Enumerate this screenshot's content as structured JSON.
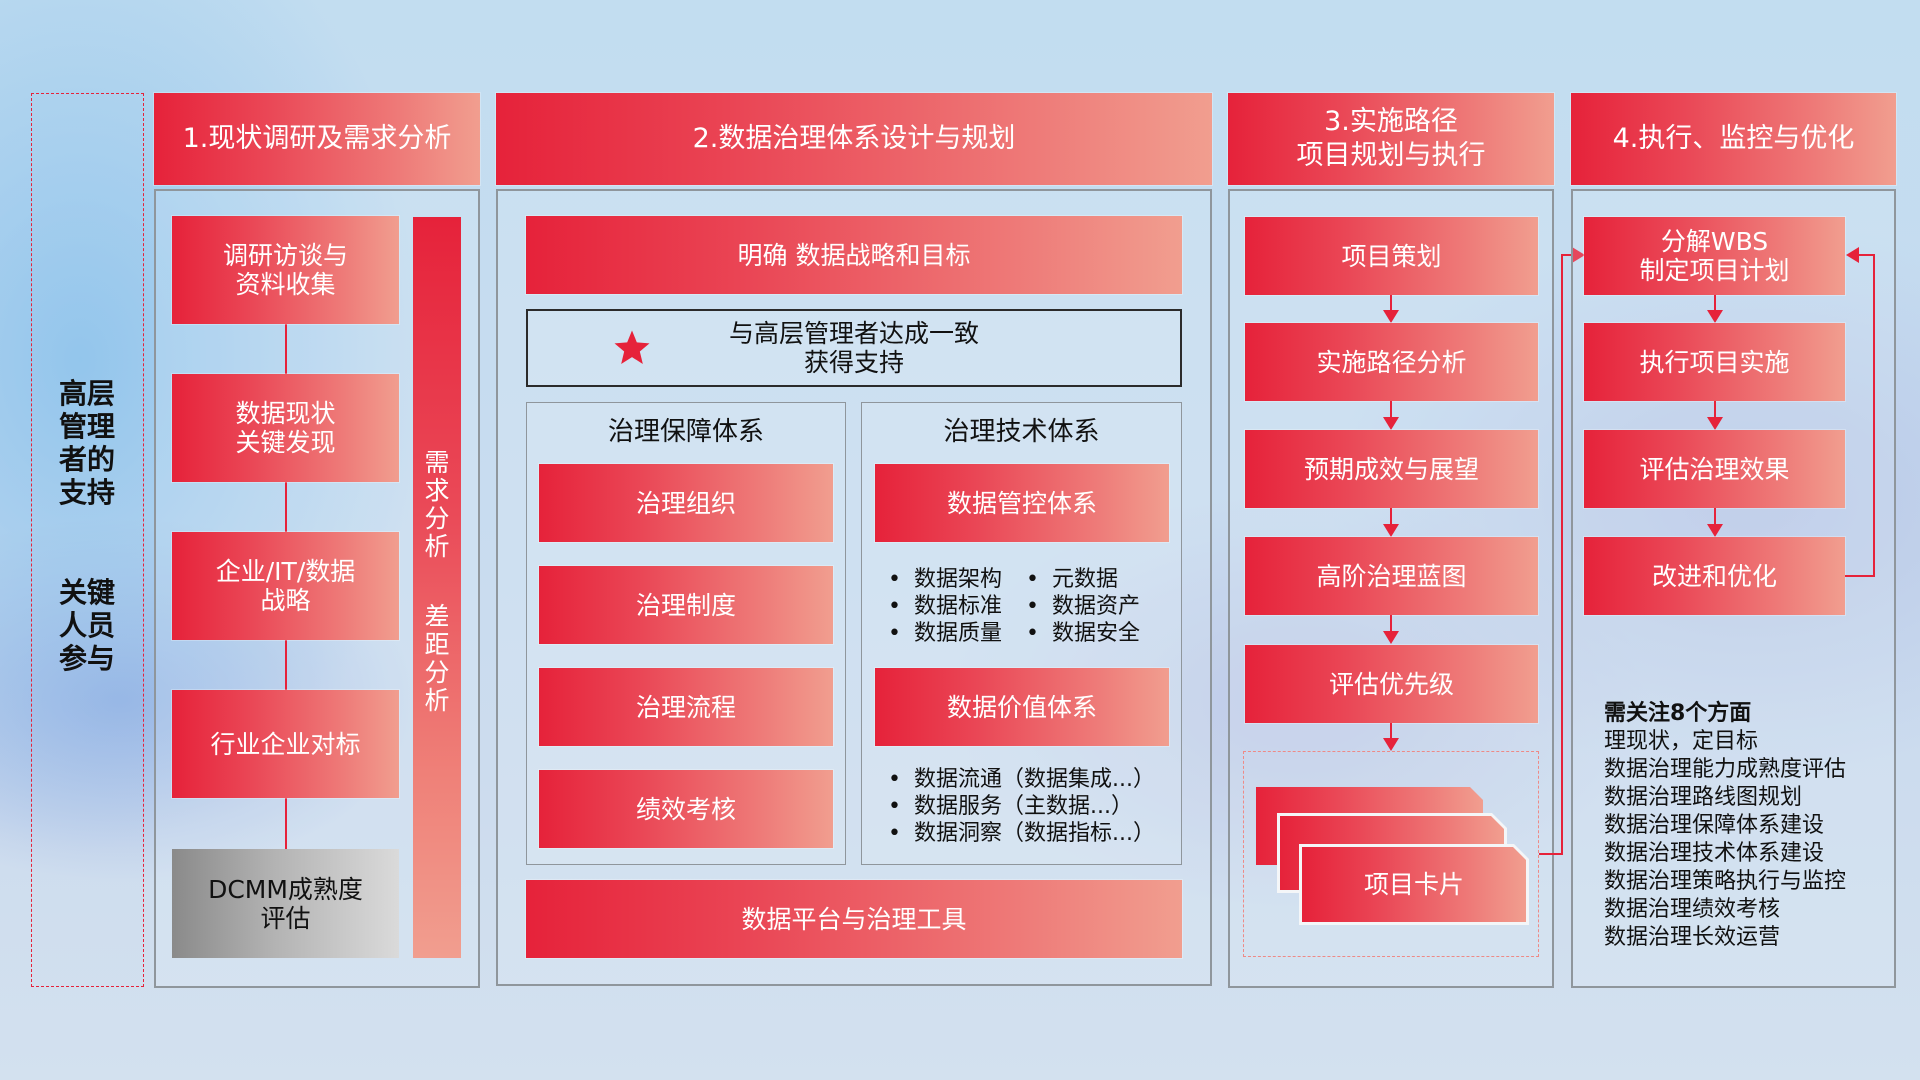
{
  "sidebar": {
    "group1": [
      "高层",
      "管理",
      "者的",
      "支持"
    ],
    "group2": [
      "关键",
      "人员",
      "参与"
    ]
  },
  "columns": [
    {
      "header": "1.现状调研及需求分析",
      "boxes": [
        {
          "lines": [
            "调研访谈与",
            "资料收集"
          ]
        },
        {
          "lines": [
            "数据现状",
            "关键发现"
          ]
        },
        {
          "lines": [
            "企业/IT/数据",
            "战略"
          ]
        },
        {
          "lines": [
            "行业企业对标"
          ]
        },
        {
          "lines": [
            "DCMM成熟度",
            "评估"
          ],
          "style": "grey"
        }
      ],
      "side_bar": {
        "group1": [
          "需",
          "求",
          "分",
          "析"
        ],
        "group2": [
          "差",
          "距",
          "分",
          "析"
        ]
      }
    },
    {
      "header": "2.数据治理体系设计与规划",
      "top_box": "明确 数据战略和目标",
      "consensus": {
        "line1": "与高层管理者达成一致",
        "line2": "获得支持",
        "icon": "star-icon",
        "icon_color": "#e6223a"
      },
      "guarantee_panel": {
        "title": "治理保障体系",
        "boxes": [
          "治理组织",
          "治理制度",
          "治理流程",
          "绩效考核"
        ]
      },
      "tech_panel": {
        "title": "治理技术体系",
        "control_box": "数据管控体系",
        "control_bullets": [
          [
            "数据架构",
            "元数据"
          ],
          [
            "数据标准",
            "数据资产"
          ],
          [
            "数据质量",
            "数据安全"
          ]
        ],
        "value_box": "数据价值体系",
        "value_bullets": [
          "数据流通（数据集成...）",
          "数据服务（主数据...）",
          "数据洞察（数据指标...）"
        ]
      },
      "bottom_box": "数据平台与治理工具"
    },
    {
      "header_lines": [
        "3.实施路径",
        "项目规划与执行"
      ],
      "steps": [
        "项目策划",
        "实施路径分析",
        "预期成效与展望",
        "高阶治理蓝图",
        "评估优先级"
      ],
      "card_label": "项目卡片"
    },
    {
      "header": "4.执行、监控与优化",
      "steps": [
        {
          "lines": [
            "分解WBS",
            "制定项目计划"
          ]
        },
        {
          "lines": [
            "执行项目实施"
          ]
        },
        {
          "lines": [
            "评估治理效果"
          ]
        },
        {
          "lines": [
            "改进和优化"
          ]
        }
      ],
      "notes": {
        "title": "需关注8个方面",
        "items": [
          "理现状，定目标",
          "数据治理能力成熟度评估",
          "数据治理路线图规划",
          "数据治理保障体系建设",
          "数据治理技术体系建设",
          "数据治理策略执行与监控",
          "数据治理绩效考核",
          "数据治理长效运营"
        ]
      }
    }
  ],
  "colors": {
    "primary_red": "#e6223a",
    "gradient_end": "#f19e8f",
    "panel_border": "#8f969c",
    "background": "#c7dcf0"
  }
}
